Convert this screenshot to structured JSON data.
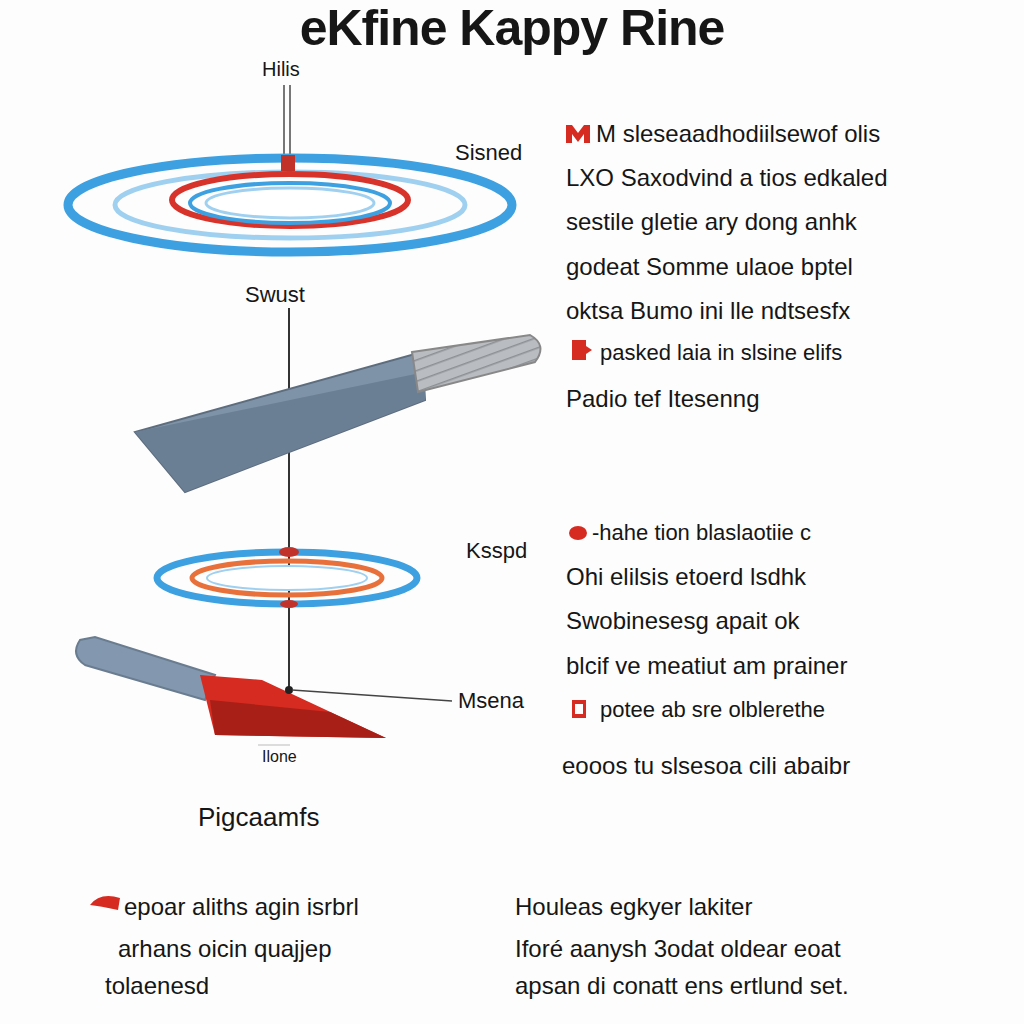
{
  "diagram": {
    "title": "eKfine Kappy Rine",
    "labels": [
      "Hilis",
      "Sisned",
      "Swust",
      "M sleseaadhodiilsewof olis",
      "LXO Saxodvind a tios edkaled",
      "sestile gletie ary dong anhk",
      "godeat Somme ulaoe bptel",
      "oktsa Bumo ini lle ndtsesfx",
      "pasked laia in slsine elifs",
      "Padio tef Itesenng",
      "Ksspd",
      "-hahe tion blaslaotiie c",
      "Ohi elilsis etoerd lsdhk",
      "Swobinesesg apait ok",
      "blcif ve meatiut am prainer",
      "potee ab sre olblerethe",
      "eooos tu slsesoa cili abaibr",
      "Msena",
      "Ilone",
      "Pigcaamfs",
      "epoar aliths agin isrbrl",
      "arhans oicin quajjep",
      "tolaenesd",
      "Houleas egkyer lakiter",
      "Iforé aanysh 3odat oldear eoat",
      "apsan di conatt ens ertlund set."
    ]
  }
}
